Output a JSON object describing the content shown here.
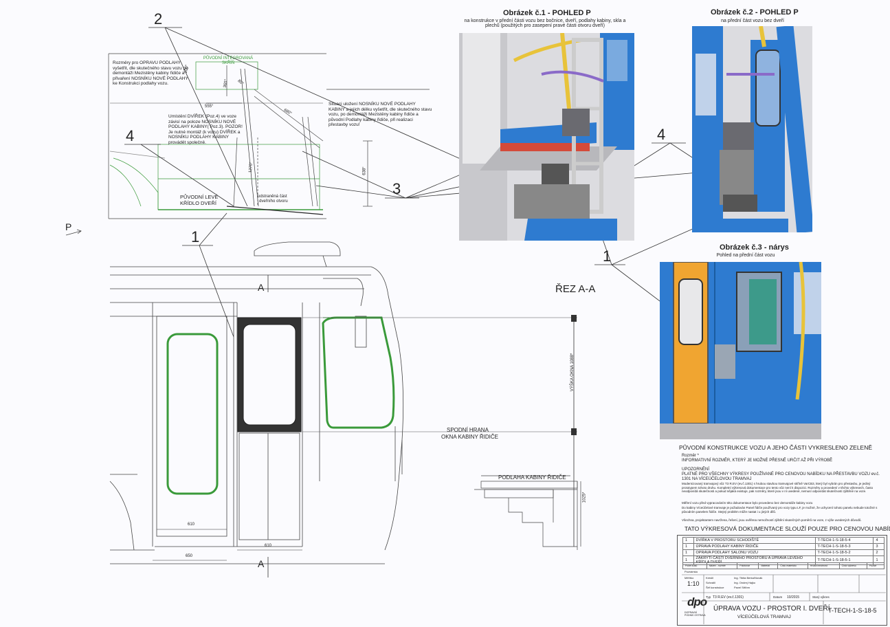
{
  "callouts": {
    "c1a": "1",
    "c1b": "1",
    "c2": "2",
    "c3": "3",
    "c4a": "4",
    "c4b": "4"
  },
  "view_marker": "P",
  "section": {
    "title": "ŘEZ A-A",
    "a_top": "A",
    "a_bottom": "A"
  },
  "detail": {
    "original_box": "PŮVODNÍ INTEGROVANÁ SKŘÍŇ",
    "note_repair": "Rozměry pro OPRAVU PODLAHY vyšetřit, dle skutečného stavu vozu po demontáži Mezistěny kabiny řidiče a přivaření NOSNÍKU NOVÉ PODLAHY ke Konstrukci podlahy vozu.",
    "note_placement": "Situaci uložení NOSNÍKU NOVÉ PODLAHY KABINY a jejich délku vyšetřit, dle skutečného stavu vozu, po demontáži Mezistěny kabiny řidiče a původní Podlahy kabiny řidiče, při realizaci přestavby vozu!",
    "note_door": "Umístění DVÍŘEK (Poz.4) ve voze závisí na poloze NOSNÍKU NOVÉ PODLAHY KABINY( Poz.3). POZOR! Je nutné montáž (k vozu) DVÍŘEK a NOSNÍKU PODLAHY KABINY provádět společně.",
    "left_wing_1": "PŮVODNÍ LEVÉ",
    "left_wing_2": "KŘÍDLO DVEŘÍ",
    "removed_1": "odstraněná část",
    "removed_2": "dveřního otvoru",
    "dim_555": "555°",
    "dim_365": "365°",
    "dim_80": "80°",
    "dim_100": "100°",
    "dim_680": "680°",
    "dim_1270": "1270°",
    "dim_638": "638°"
  },
  "elevation": {
    "lower_edge_1": "SPODNÍ HRANA",
    "lower_edge_2": "OKNA KABINY ŘIDIČE",
    "floor_label": "PODLAHA KABINY ŘIDIČE",
    "window_height": "VÝŠKA OKNA 1088*",
    "dim_1025": "1025*",
    "dim_610a": "610",
    "dim_610b": "610",
    "dim_650": "650"
  },
  "figures": {
    "f1_title": "Obrázek č.1 -  POHLED P",
    "f1_sub": "na konstrukce v přední části vozu bez bočnice, dveří, podlahy kabiny, skla a plechů (použitých pro zasepení pravé části otvoru dveří)",
    "f2_title": "Obrázek č.2 -  POHLED P",
    "f2_sub": "na přední část vozu bez dveří",
    "f3_title": "Obrázek č.3 -     nárys",
    "f3_sub": "Pohled na přední část vozu"
  },
  "notes": {
    "original_green": "PŮVODNÍ KONSTRUKCE VOZU A JEHO ČÁSTI VYKRESLENO ZELENĚ",
    "rozmer_label": "Rozměr *",
    "rozmer_text": "INFORMATIVNÍ ROZMĚR, KTERÝ JE MOŽNÉ PŘESNĚ URČIT AŽ PŘI VÝROBĚ",
    "warning_title": "UPOZORNĚNÍ",
    "warning_text": "PLATNÉ PRO VŠECHNY VÝKRESY POUŽÍVANÉ PRO CENOVOU NABÍDKU NA PŘESTAVBU VOZU ev.č. 1301 NA VÍCEÚČELOVOU TRAMVAJ",
    "bullet1": "Modernizovaný tramvajový vůz T3 R.EV (ev.č.1301) s hrubou stavbou tramvajové skříně VarCB3, který byl vybrán pro přestavbu, je jediný prototypem tohoto druhu. Kompletní výkresová dokumentace pro tento vůz není k dispozici. Rozměry a provedení v těchto výkresech, často neodpovídá skutečnosti a pokud nějaká existuje, pak rozměry, které jsou v ní uvedené, nemusí odpovídat skutečnosti zjištěné na voze.",
    "bullet2": "Měření vozu před vypracováním této dokumentace bylo provedeno bez demontáže kabiny vozu",
    "bullet3": "Do kabiny Víceúčelové tramvaje je požadován Panel řidiče používaný pro vozy typu LF, je možné, že uchycení tohoto panelu nebude totožné s původním panelem řidiče. Stejný problém může nastat i u jiných dílů.",
    "bullet4": "Všechna, projektantem navržena, řešení, jsou ověřena nemožností zjištění skutečných poměrů na voze, z výše uvedených důvodů.",
    "offer_only": "TATO VÝKRESOVÁ DOKUMENTACE SLOUŽÍ POUZE PRO CENOVOU NABÍDKU"
  },
  "parts": {
    "rows": [
      {
        "qty": "1",
        "name": "DVÍŘKA V PROSTORU SCHODIŠTĚ",
        "code": "T-TECH-1-S-18-5-4",
        "pos": "4"
      },
      {
        "qty": "1",
        "name": "ÚPRAVA PODLAHY KABINY ŘIDIČE",
        "code": "T-TECH-1-S-18-5-3",
        "pos": "3"
      },
      {
        "qty": "1",
        "name": "OPRAVA PODLAHY SALONU VOZU",
        "code": "T-TECH-1-S-18-5-2",
        "pos": "2"
      },
      {
        "qty": "1",
        "name": "ZAKRYTÍ ČÁSTI DVEŘNÍHO PROSTORU A ÚPRAVA LEVÉHO KŘÍDLA DVEŘÍ",
        "code": "T-TECH-1-S-18-5-1",
        "pos": "1"
      }
    ],
    "header": [
      "Počet kusů",
      "Název - rozměr",
      "Polotovar",
      "Materiál",
      "Číslo materiálu",
      "Hrubá hmotnost",
      "Číslo výkresu",
      "Pozice"
    ]
  },
  "titleblock": {
    "scale_label": "Měřítko",
    "scale": "1:10",
    "drew_label": "Kreslil",
    "drew": "Ing. Tibita Berka/Novák",
    "checked_label": "Schválil",
    "checked": "Ing. Ondrej Hajko",
    "head_label": "Šéf konstrukce",
    "head": "Pavel Stříbrn",
    "type_label": "Typ",
    "type": "T3 R.EV (ev.č.1301)",
    "date_label": "Datum",
    "date": "10/2015",
    "number_label": "Starý výkres",
    "title": "ÚPRAVA VOZU - PROSTOR I. DVEŘÍ",
    "subtitle": "VÍCEÚČELOVÁ TRAMVAJ",
    "drawing_no": "T-TECH-1-S-18-5",
    "logo": "dpo",
    "company": "DOPRAVNÍ PODNIK OSTRAVA",
    "revisions_label": "Poznámka"
  },
  "colors": {
    "green": "#3a9a3a",
    "blue": "#2e7bd0",
    "orange": "#f0a531",
    "red": "#d44a3a",
    "yellow": "#e8c33a"
  }
}
